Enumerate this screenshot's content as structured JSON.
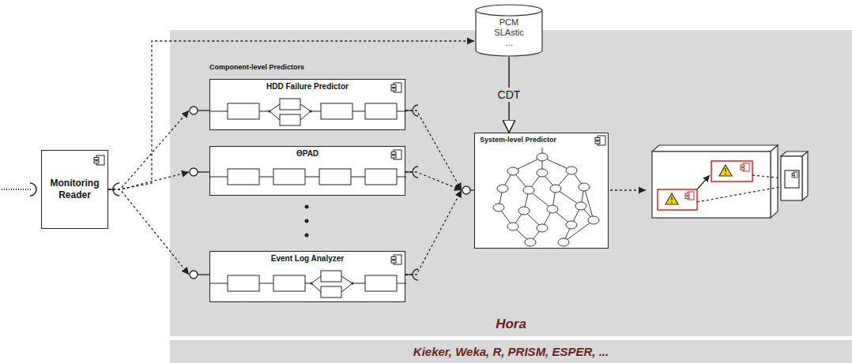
{
  "diagram": {
    "nodes": [
      {
        "text": [
          "Monitoring Reader"
        ]
      },
      {
        "text": [
          "PCM SLAstic …"
        ]
      },
      {
        "text": [
          "Hora"
        ]
      },
      {
        "text": [
          "HDD Failure Predictor"
        ],
        "in": 2
      },
      {
        "text": [
          "ΘPAD"
        ],
        "in": 2
      },
      {
        "text": [
          "Event Log Analyzer"
        ],
        "in": 2
      },
      {
        "text": [
          "System-level Predictor"
        ],
        "in": 2
      },
      {
        "text": [
          "Kieker, Weka, R, PRISM, ESPER, ..."
        ]
      }
    ],
    "edges": [
      {
        "from": 0,
        "to": 1,
        "arrow": "to"
      },
      {
        "from": 0,
        "to": 3,
        "arrow": "to"
      },
      {
        "from": 0,
        "to": 4,
        "arrow": "to"
      },
      {
        "from": 0,
        "to": 5,
        "arrow": "to"
      },
      {
        "from": 1,
        "to": 6,
        "label": "CDT",
        "arrow": "to"
      },
      {
        "from": 3,
        "to": 6,
        "arrow": "to"
      },
      {
        "from": 4,
        "to": 6,
        "arrow": "to"
      },
      {
        "from": 5,
        "to": 6,
        "arrow": "to"
      }
    ],
    "labels": [
      "Component-level Predictors"
    ]
  }
}
